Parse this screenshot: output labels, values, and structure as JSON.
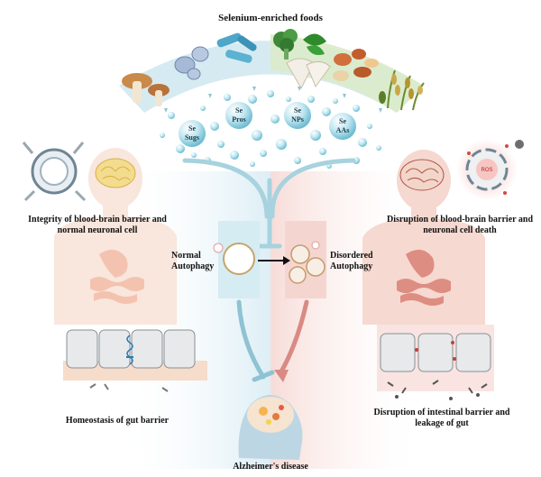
{
  "title": "Selenium-enriched foods",
  "selenium_forms": [
    {
      "line1": "Se",
      "line2": "Sugs"
    },
    {
      "line1": "Se",
      "line2": "Pros"
    },
    {
      "line1": "Se",
      "line2": "NPs"
    },
    {
      "line1": "Se",
      "line2": "AAs"
    }
  ],
  "left": {
    "brain_label": "Integrity of blood-brain barrier and normal neuronal cell",
    "gut_label": "Homeostasis of gut  barrier",
    "autophagy_label": "Normal Autophagy"
  },
  "right": {
    "brain_label": "Disruption of blood-brain barrier and neuronal cell death",
    "gut_label": "Disruption of intestinal barrier and leakage of gut",
    "autophagy_label": "Disordered Autophagy",
    "ros_label": "ROS"
  },
  "outcome": "Alzheimer's disease",
  "colors": {
    "fan_blue": "#cfe7ef",
    "fan_green": "#dcebc9",
    "left_panel": "#dceef5",
    "right_panel": "#f7dcd8",
    "arrow_blue": "#8fc3d3",
    "arrow_red": "#d98a84"
  }
}
